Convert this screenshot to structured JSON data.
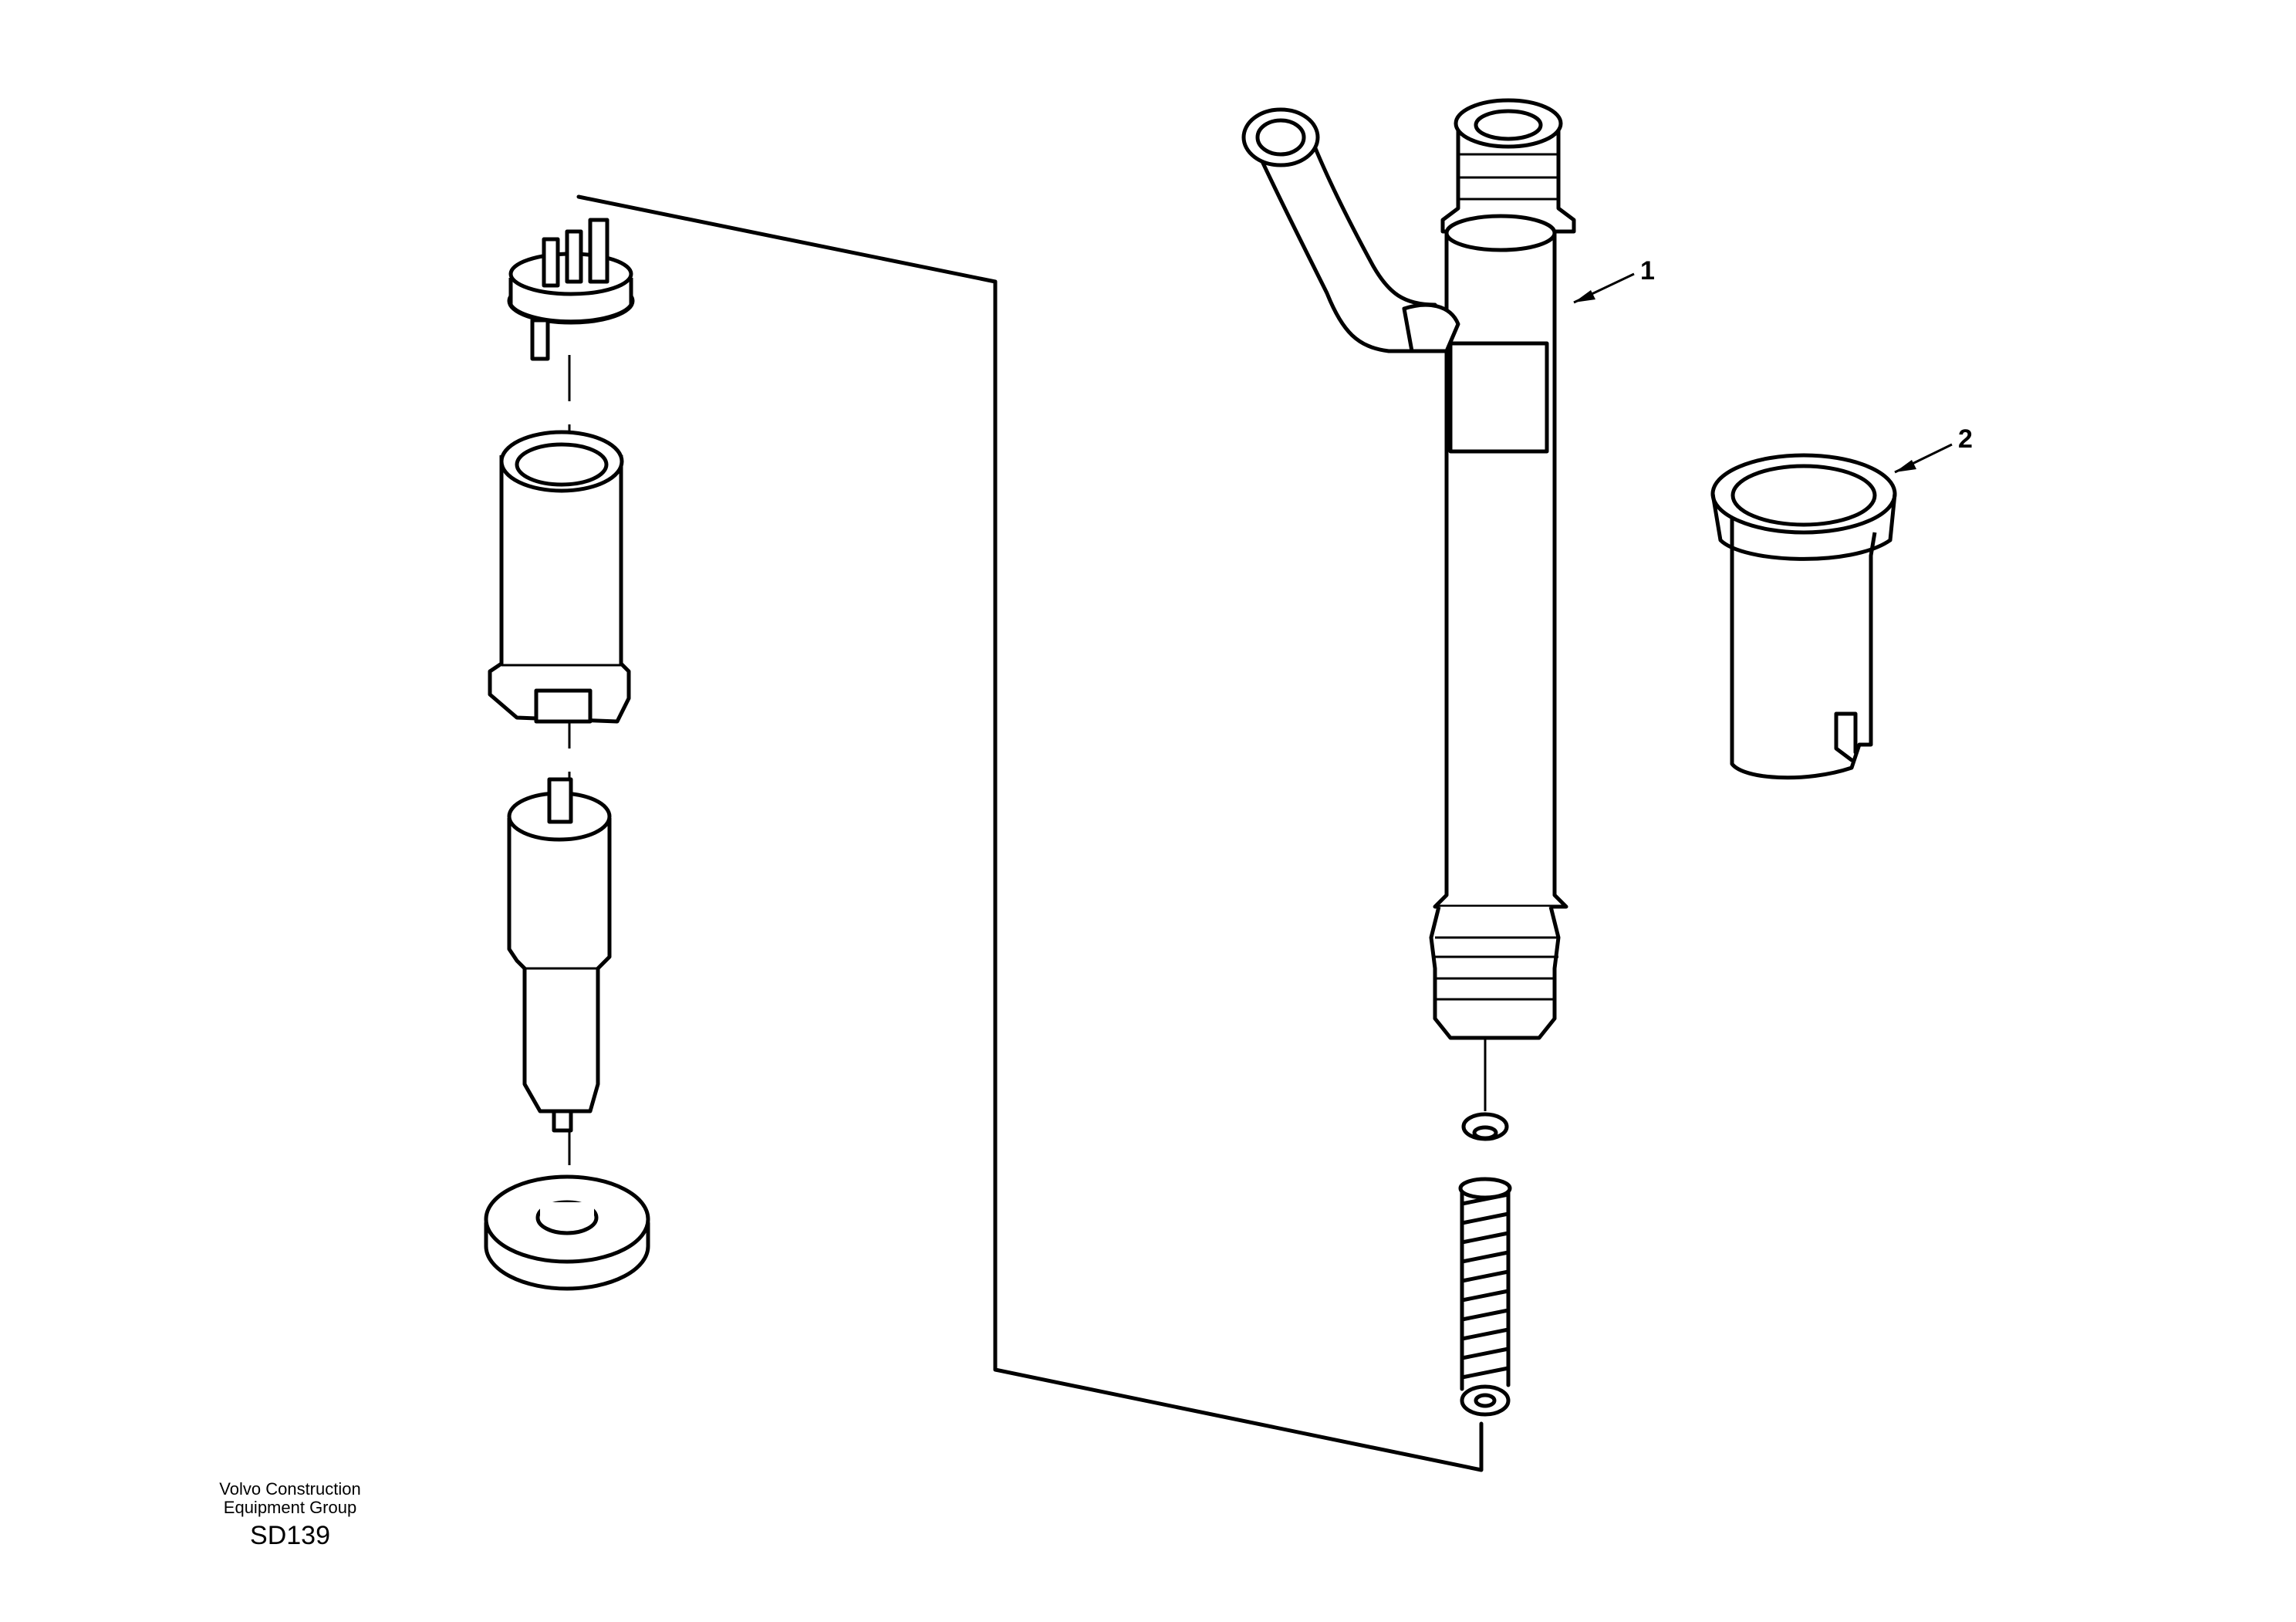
{
  "callouts": [
    {
      "id": "1",
      "label": "1"
    },
    {
      "id": "2",
      "label": "2"
    }
  ],
  "footer": {
    "org_line1": "Volvo Construction",
    "org_line2": "Equipment Group",
    "drawing_code": "SD139"
  },
  "colors": {
    "line": "#000000",
    "background": "#ffffff"
  }
}
